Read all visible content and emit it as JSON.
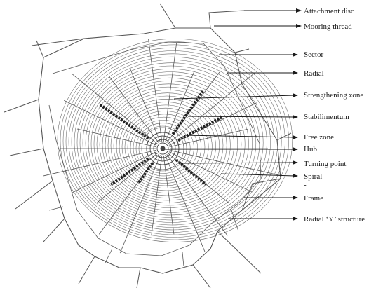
{
  "labels": {
    "attachment_disc": "Attachment disc",
    "mooring_thread": "Mooring thread",
    "sector": "Sector",
    "radial": "Radial",
    "strengthening_zone": "Strengthening zone",
    "stabilimentum": "Stabilimentum",
    "free_zone": "Free zone",
    "hub": "Hub",
    "turning_point": "Turning point",
    "spiral": "Spiral",
    "spiral_dash": "-",
    "frame": "Frame",
    "radial_y_structure": "Radial ‘Y’ structure"
  },
  "colors": {
    "ink": "#1a1a1a",
    "web": "#555555"
  }
}
